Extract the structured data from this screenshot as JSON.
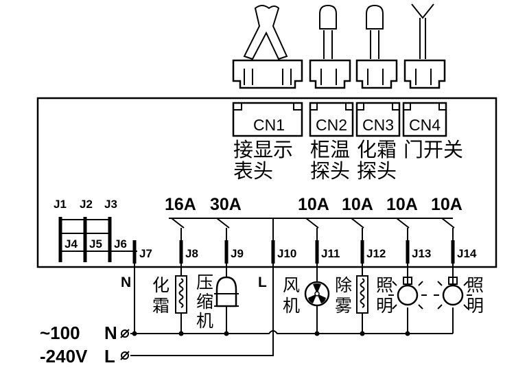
{
  "connectors": {
    "cn1": {
      "label": "CN1",
      "desc1": "接显示",
      "desc2": "表头"
    },
    "cn2": {
      "label": "CN2",
      "desc1": "柜温",
      "desc2": "探头"
    },
    "cn3": {
      "label": "CN3",
      "desc1": "化霜",
      "desc2": "探头"
    },
    "cn4": {
      "label": "CN4",
      "desc1": "门开关"
    }
  },
  "ratings": [
    "16A",
    "30A",
    "10A",
    "10A",
    "10A",
    "10A"
  ],
  "jumpers": {
    "j1": "J1",
    "j2": "J2",
    "j3": "J3",
    "j4": "J4",
    "j5": "J5",
    "j6": "J6",
    "j7": "J7",
    "j8": "J8",
    "j9": "J9",
    "j10": "J10",
    "j11": "J11",
    "j12": "J12",
    "j13": "J13",
    "j14": "J14"
  },
  "terminals": {
    "n": "N",
    "l": "L"
  },
  "loads": {
    "defrost": [
      "化",
      "霜"
    ],
    "compressor": [
      "压",
      "缩",
      "机"
    ],
    "fan": [
      "风",
      "机"
    ],
    "demist": [
      "除",
      "雾"
    ],
    "light1": [
      "照",
      "明"
    ],
    "light2": [
      "照",
      "明"
    ]
  },
  "supply": {
    "line1": "~100",
    "line2": "-240V",
    "n": "N",
    "l": "L"
  }
}
